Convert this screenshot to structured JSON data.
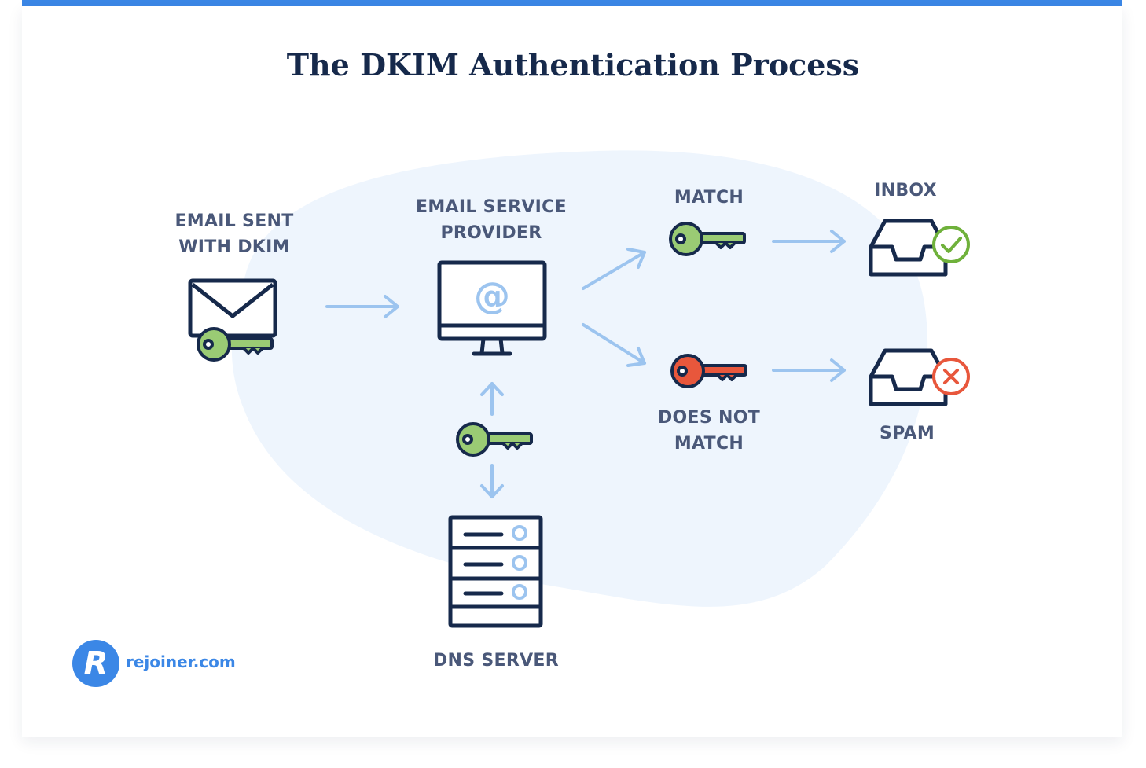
{
  "title": "The DKIM Authentication Process",
  "nodes": {
    "email_sent": {
      "line1": "EMAIL SENT",
      "line2": "WITH DKIM"
    },
    "esp": {
      "line1": "EMAIL SERVICE",
      "line2": "PROVIDER"
    },
    "match": {
      "label": "MATCH"
    },
    "no_match": {
      "line1": "DOES NOT",
      "line2": "MATCH"
    },
    "inbox": {
      "label": "INBOX"
    },
    "spam": {
      "label": "SPAM"
    },
    "dns": {
      "label": "DNS SERVER"
    }
  },
  "monitor_symbol": "@",
  "brand": {
    "logo_letter": "R",
    "name": "rejoiner.com"
  },
  "colors": {
    "accent": "#3b87e6",
    "ink": "#16294b",
    "label": "#4a5879",
    "arrow": "#9cc4ef",
    "blob": "#eef5fd",
    "key_green": "#9acb74",
    "key_red": "#e8573c"
  }
}
